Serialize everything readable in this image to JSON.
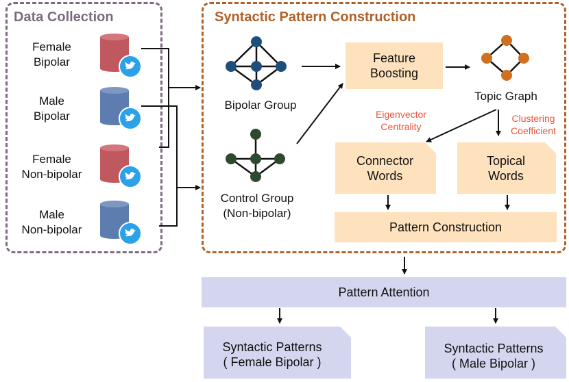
{
  "data_collection": {
    "title": "Data Collection",
    "sources": [
      {
        "line1": "Female",
        "line2": "Bipolar",
        "color": "#c0585f"
      },
      {
        "line1": "Male",
        "line2": "Bipolar",
        "color": "#5d7cb0"
      },
      {
        "line1": "Female",
        "line2": "Non-bipolar",
        "color": "#c0585f"
      },
      {
        "line1": "Male",
        "line2": "Non-bipolar",
        "color": "#5d7cb0"
      }
    ]
  },
  "construction": {
    "title": "Syntactic Pattern Construction",
    "bipolar_group": "Bipolar Group",
    "control_group_line1": "Control Group",
    "control_group_line2": "(Non-bipolar)",
    "feature_boosting_line1": "Feature",
    "feature_boosting_line2": "Boosting",
    "topic_graph": "Topic Graph",
    "eigen_line1": "Eigenvector",
    "eigen_line2": "Centrality",
    "clust_line1": "Clustering",
    "clust_line2": "Coefficient",
    "connector_line1": "Connector",
    "connector_line2": "Words",
    "topical_line1": "Topical",
    "topical_line2": "Words",
    "pattern_construction": "Pattern Construction"
  },
  "pattern_attention": "Pattern Attention",
  "outputs": [
    {
      "line1": "Syntactic Patterns",
      "line2": "( Female Bipolar )"
    },
    {
      "line1": "Syntactic Patterns",
      "line2": "( Male Bipolar )"
    }
  ],
  "colors": {
    "data_box_border": "#7d6a80",
    "construction_border": "#b0612a",
    "bipolar_node": "#1e4f7c",
    "control_node": "#2d4a2e",
    "topic_node": "#d0701e",
    "peach_fill": "#fde2bd",
    "lavender_fill": "#d3d6ee",
    "twitter": "#2aa1e9"
  }
}
